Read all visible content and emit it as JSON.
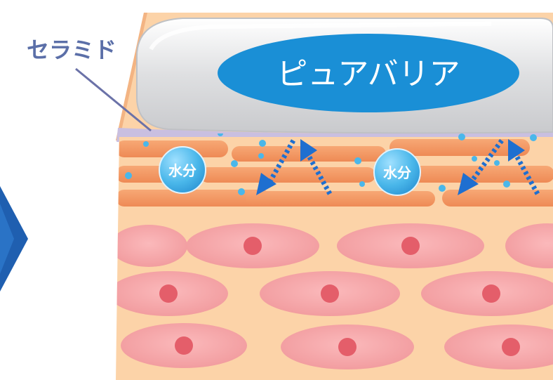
{
  "labels": {
    "ceramide": "セラミド",
    "pure_barrier": "ピュアバリア",
    "water_1": "水分",
    "water_2": "水分"
  },
  "colors": {
    "skin_back": "#fcd3a8",
    "skin_side": "#f7b98a",
    "barrier_fill": "#dcdcde",
    "ellipse_blue": "#1a8fd6",
    "stratum_orange": "#f29660",
    "ceramide_lilac": "#c9bfe0",
    "cell_pink": "#f6a3a6",
    "nucleus": "#e45e6a",
    "arrow_blue": "#1e6fd0",
    "water_bubble": "#4ab7ea"
  },
  "icons": [
    "chevron-right-icon",
    "arrow-in-icon",
    "arrow-out-icon",
    "water-droplet-icon"
  ]
}
